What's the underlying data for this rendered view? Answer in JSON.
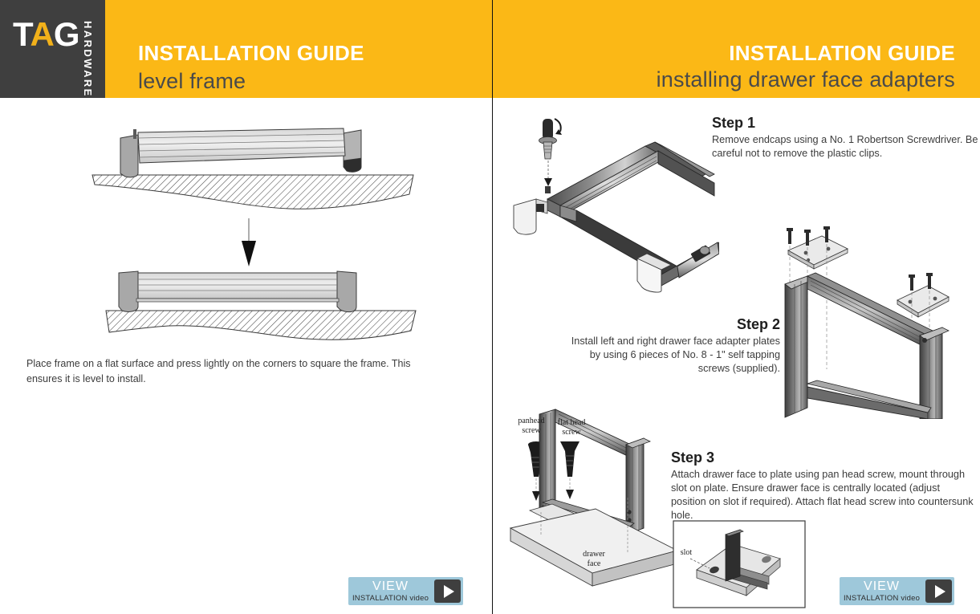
{
  "brand": {
    "name_t": "T",
    "name_a": "A",
    "name_g": "G",
    "sub": "HARDWARE",
    "dark": "#3f3f3f",
    "gold": "#f2b11a"
  },
  "theme": {
    "band_yellow": "#fbb816",
    "button_blue": "#9ec8da",
    "play_dark": "#3f3f3f",
    "ink": "#3c3c3c"
  },
  "left_panel": {
    "header": {
      "title": "INSTALLATION GUIDE",
      "subtitle": "level frame"
    },
    "caption": "Place frame on a flat surface and press lightly on the corners to square the frame. This ensures it is level to install.",
    "button": {
      "view_label": "VIEW",
      "install_label": "INSTALLATION video",
      "play_icon": "play-icon"
    }
  },
  "right_panel": {
    "header": {
      "title": "INSTALLATION GUIDE",
      "subtitle": "installing drawer face adapters"
    },
    "steps": [
      {
        "heading": "Step 1",
        "body": "Remove endcaps using a No. 1 Robertson Screwdriver. Be careful not to remove the plastic clips."
      },
      {
        "heading": "Step 2",
        "body": "Install left and right drawer face adapter plates by using 6 pieces of No. 8 - 1\" self tapping screws (supplied)."
      },
      {
        "heading": "Step 3",
        "body": "Attach drawer face to plate using pan head screw, mount through slot on plate. Ensure drawer face is centrally located (adjust position on slot if required). Attach flat head screw into countersunk hole."
      }
    ],
    "callouts": {
      "panhead": "panhead\nscrew",
      "panhead_l1": "panhead",
      "panhead_l2": "screw",
      "flathead_l1": "flat head",
      "flathead_l2": "screw",
      "drawer_l1": "drawer",
      "drawer_l2": "face",
      "slot": "slot"
    },
    "button": {
      "view_label": "VIEW",
      "install_label": "INSTALLATION video",
      "play_icon": "play-icon"
    }
  }
}
